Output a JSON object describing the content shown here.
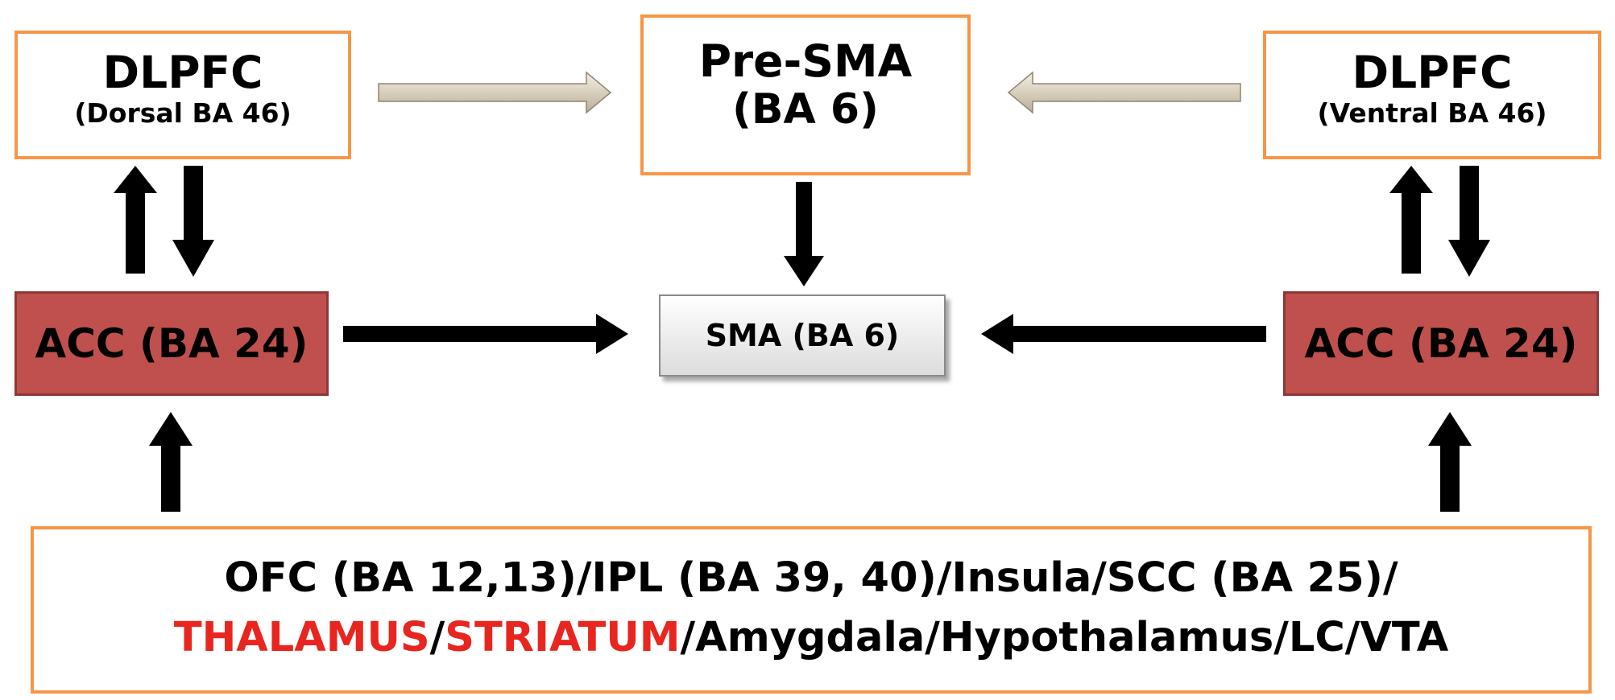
{
  "nodes": {
    "dlpfc_left": {
      "title": "DLPFC",
      "subtitle": "(Dorsal BA 46)"
    },
    "presma": {
      "title": "Pre-SMA",
      "subtitle": "(BA 6)"
    },
    "dlpfc_right": {
      "title": "DLPFC",
      "subtitle": "(Ventral BA 46)"
    },
    "acc_left": {
      "label": "ACC (BA 24)"
    },
    "sma": {
      "label": "SMA (BA 6)"
    },
    "acc_right": {
      "label": "ACC (BA 24)"
    },
    "bottom": {
      "line1": "OFC (BA 12,13)/IPL (BA 39, 40)/Insula/SCC (BA 25)/",
      "line2_thalamus": "THALAMUS",
      "line2_sep1": "/",
      "line2_striatum": "STRIATUM",
      "line2_rest": "/Amygdala/Hypothalamus/LC/VTA"
    }
  },
  "colors": {
    "outline": "#f79646",
    "acc_fill": "#c0504d",
    "highlight_text": "#e8261f",
    "arrow": "#000000",
    "light_arrow": "#ddd5c4"
  }
}
